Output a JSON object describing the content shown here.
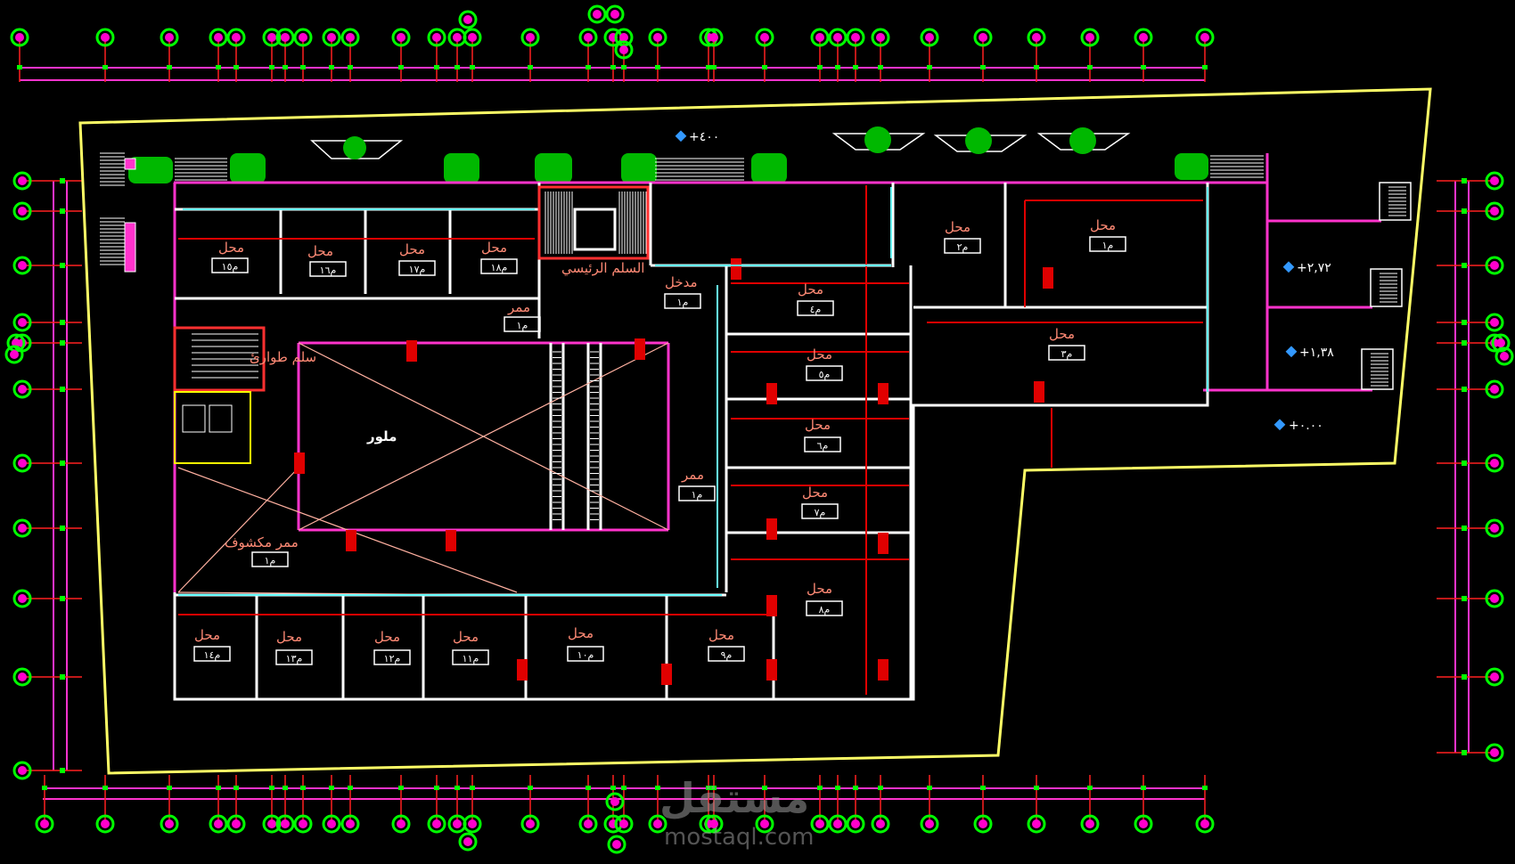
{
  "colors": {
    "background": "#000000",
    "boundary": "#ffff66",
    "wall": "#ffffff",
    "partition": "#e00000",
    "facade": "#ff33cc",
    "glass": "#66ffff",
    "tree": "#00cc00",
    "axis_line": "#ff33cc",
    "axis_bubble": "#00ff00",
    "label": "#ff8a75"
  },
  "labels": {
    "shop": "محل",
    "corridor": "ممر",
    "open_corridor": "ممر مكشوف",
    "void": "ملور",
    "main_stair": "السلم الرئيسي",
    "entrance": "مدخل",
    "emergency_stair": "سلم طوارئ"
  },
  "levels": {
    "top_entry": "+٤٠٠",
    "right_upper": "+٢,٧٢",
    "right_lower": "+١,٣٨",
    "ground": "+٠.٠٠"
  },
  "shops": [
    {
      "num": "م١٥"
    },
    {
      "num": "م١٦"
    },
    {
      "num": "م١٧"
    },
    {
      "num": "م١٨"
    },
    {
      "num": "م٤"
    },
    {
      "num": "م٥"
    },
    {
      "num": "م٦"
    },
    {
      "num": "م٧"
    },
    {
      "num": "م٨"
    },
    {
      "num": "م٢"
    },
    {
      "num": "م١"
    },
    {
      "num": "م٣"
    },
    {
      "num": "م١٤"
    },
    {
      "num": "م١٣"
    },
    {
      "num": "م١٢"
    },
    {
      "num": "م١١"
    },
    {
      "num": "م١٠"
    },
    {
      "num": "م٩"
    }
  ],
  "tags": {
    "corridor_tag": "م١",
    "entrance_tag": "م١",
    "open_corridor_tag": "م١",
    "corridor_right_tag": "م١"
  },
  "watermark": {
    "brand": "مستقل",
    "site": "mostaql.com"
  }
}
